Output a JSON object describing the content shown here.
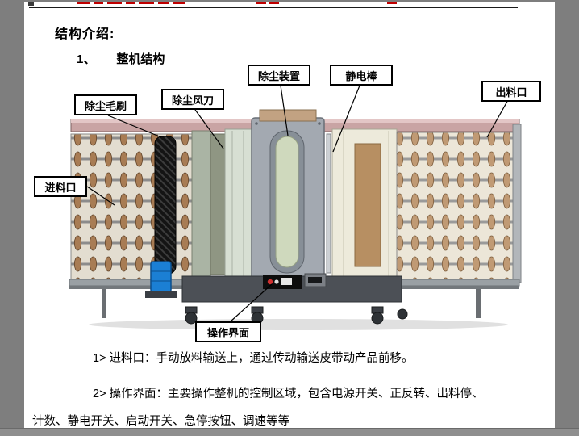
{
  "doc": {
    "heading": "结构介绍:",
    "section": {
      "number": "1、",
      "title": "整机结构"
    }
  },
  "callouts": [
    {
      "id": "inlet",
      "label": "进料口"
    },
    {
      "id": "dust-brush",
      "label": "除尘毛刷"
    },
    {
      "id": "air-knife",
      "label": "除尘风刀"
    },
    {
      "id": "dust-device",
      "label": "除尘装置"
    },
    {
      "id": "static-bar",
      "label": "静电棒"
    },
    {
      "id": "outlet",
      "label": "出料口"
    },
    {
      "id": "control-panel",
      "label": "操作界面"
    }
  ],
  "paragraphs": {
    "p1": "1> 进料口：手动放料输送上，通过传动输送皮带动产品前移。",
    "p2": "2> 操作界面：主要操作整机的控制区域，包含电源开关、正反转、出料停、",
    "p3": "计数、静电开关、启动开关、急停按钮、调速等等"
  },
  "colors": {
    "window_bg": "#7e7e7e",
    "page_bg": "#ffffff",
    "callout_border": "#000000",
    "header_marks_red": "#c00000",
    "machine_beam": "#c9a4a4",
    "machine_cabinet": "#a3a9b1",
    "machine_slot_green": "#cfd9bd",
    "machine_spool_brown": "#a87c54",
    "machine_blue_unit": "#1b7fd4",
    "base_dark": "#4c5056"
  }
}
